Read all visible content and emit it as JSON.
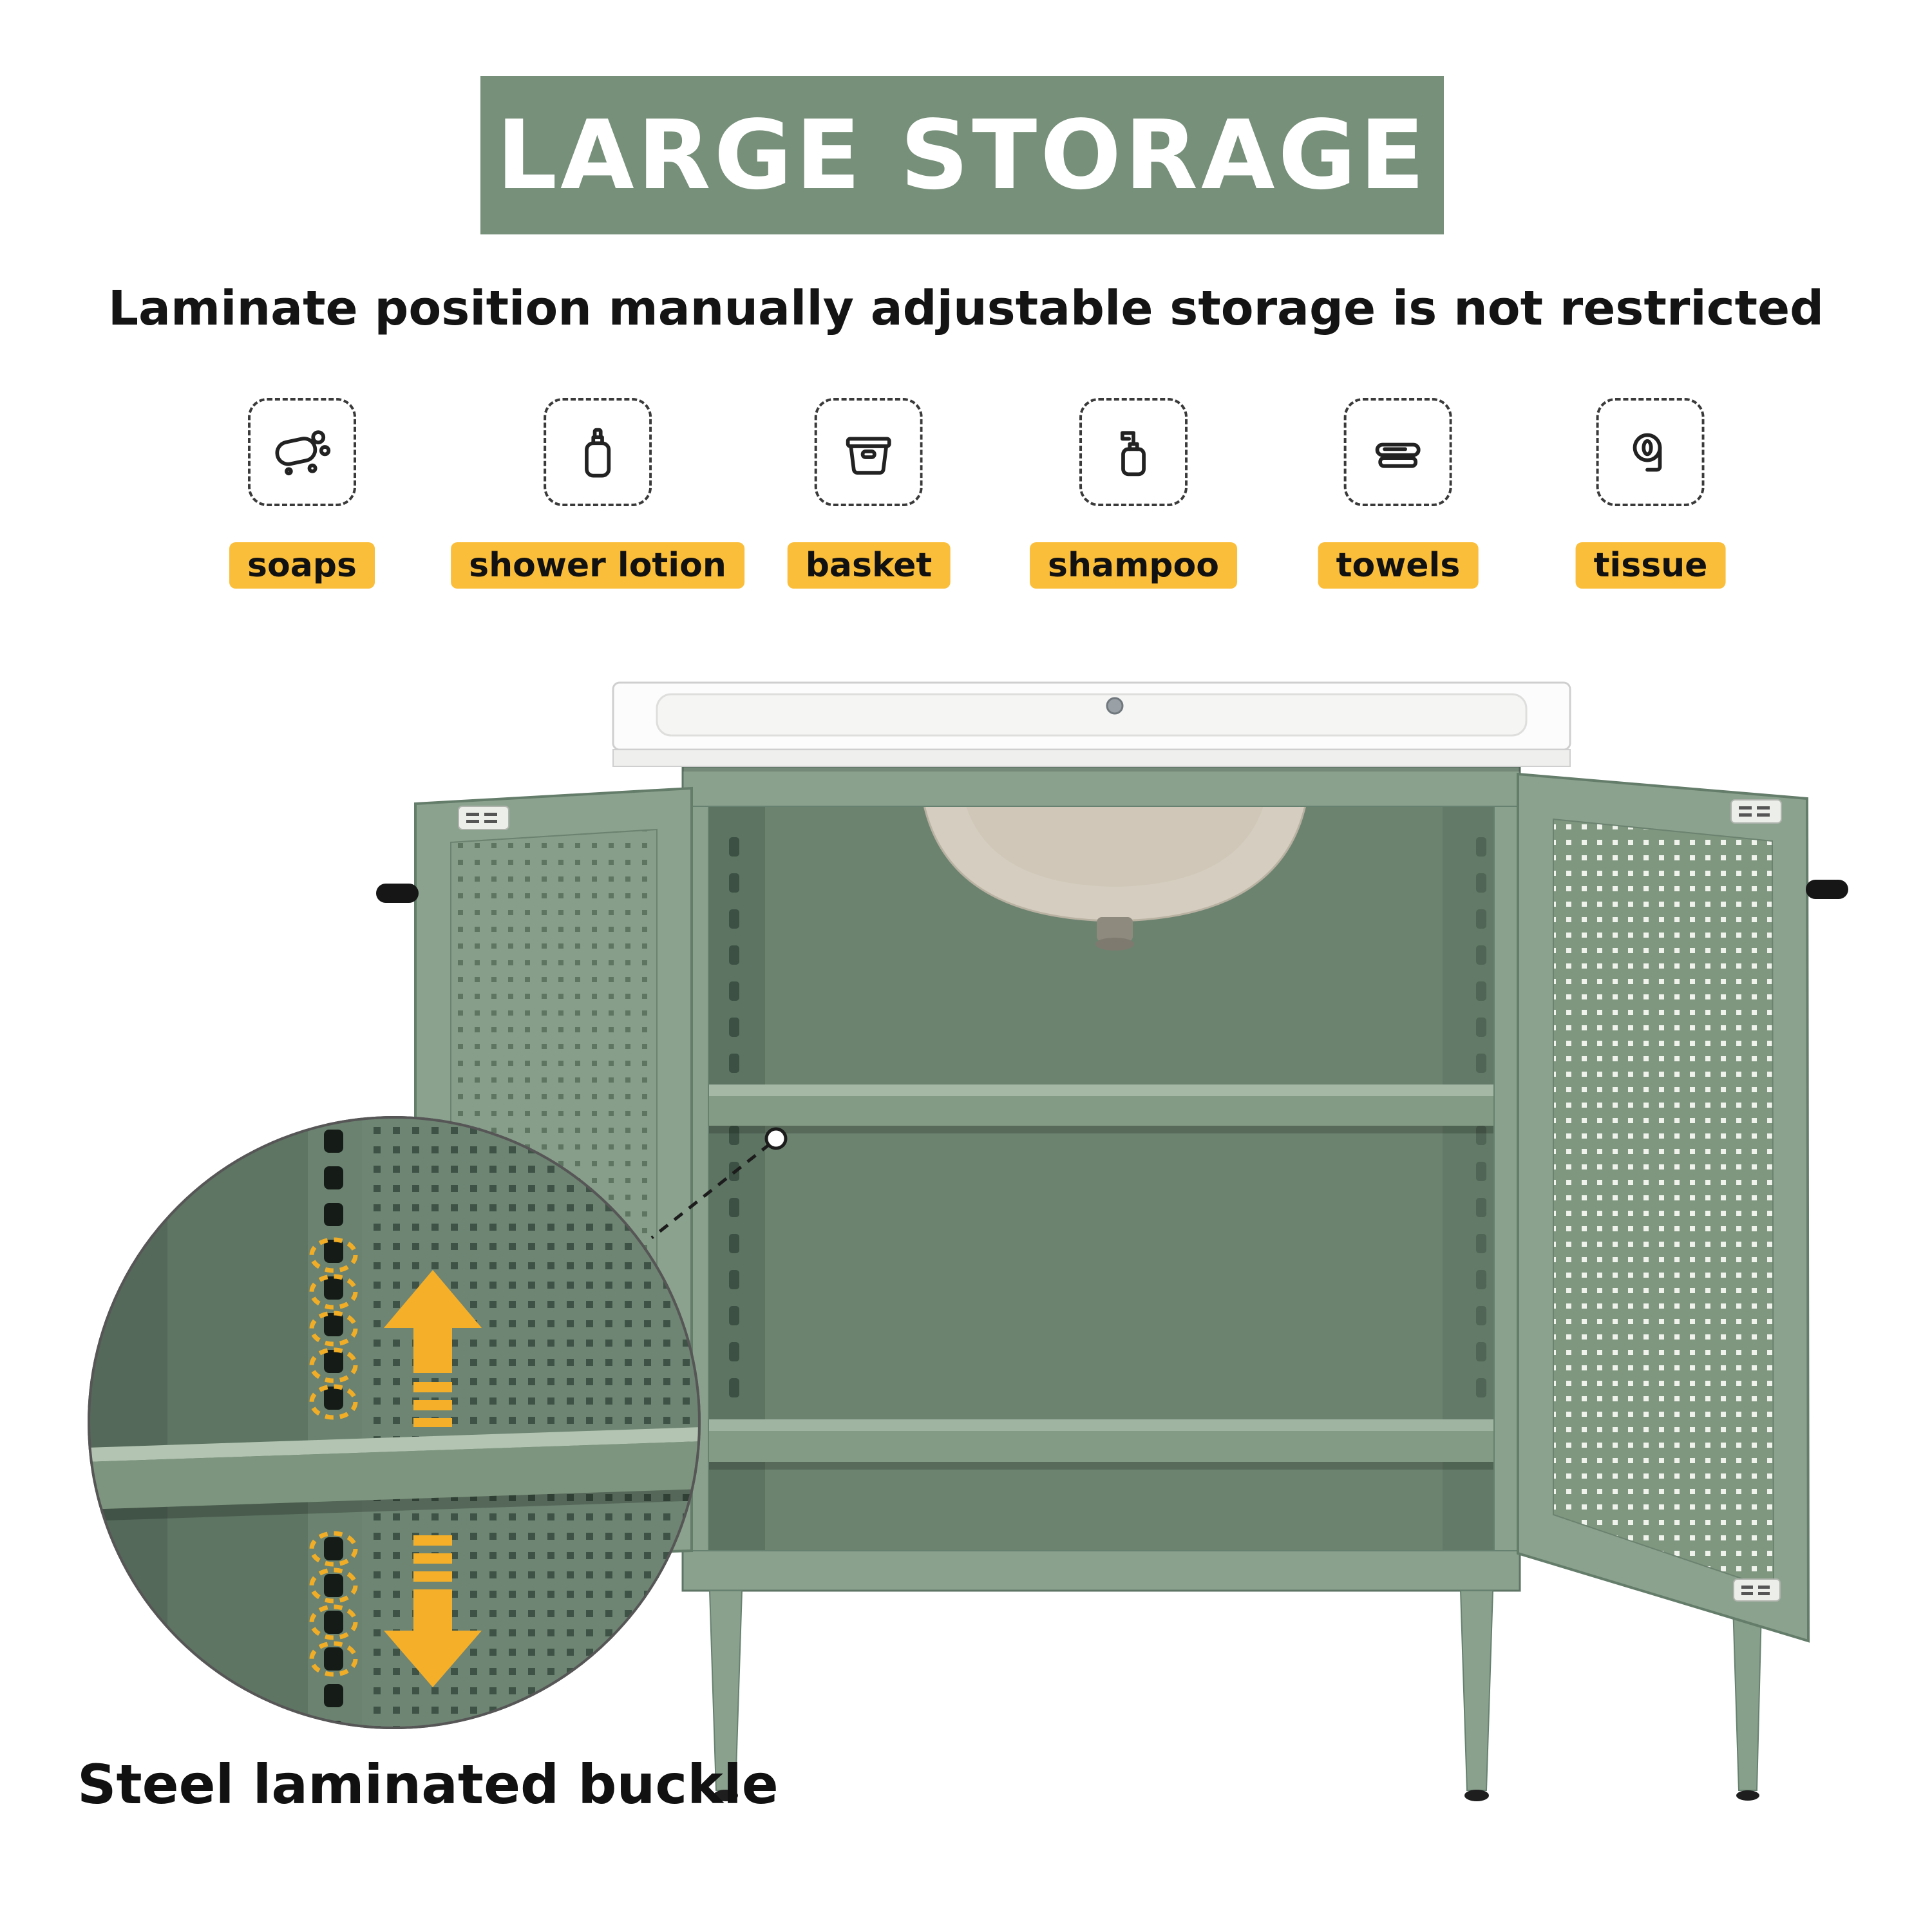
{
  "banner": {
    "title": "LARGE STORAGE",
    "background_color": "#77907A",
    "text_color": "#FFFFFF"
  },
  "subtitle": "Laminate position manually adjustable storage is not restricted",
  "features": [
    {
      "icon": "soap-icon",
      "label": "soaps"
    },
    {
      "icon": "shower-lotion-icon",
      "label": "shower lotion"
    },
    {
      "icon": "basket-icon",
      "label": "basket"
    },
    {
      "icon": "shampoo-icon",
      "label": "shampoo"
    },
    {
      "icon": "towels-icon",
      "label": "towels"
    },
    {
      "icon": "tissue-icon",
      "label": "tissue"
    }
  ],
  "feature_label_background": "#FBBE3B",
  "caption": "Steel laminated buckle",
  "illustration_colors": {
    "cabinet_green": "#8AA18D",
    "cabinet_interior": "#6C8370",
    "sink_white": "#FCFCFC",
    "arrow_yellow": "#F6AF28",
    "highlight_dashed_yellow": "#F1AD26"
  }
}
